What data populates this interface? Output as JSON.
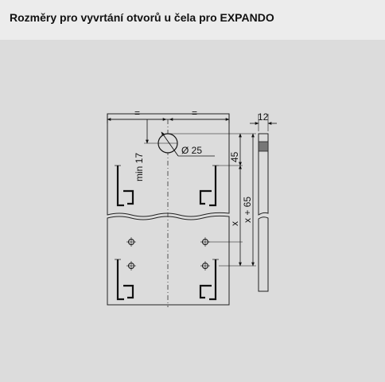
{
  "header": {
    "title": "Rozměry pro vyvrtání otvorů u čela pro EXPANDO"
  },
  "drawing": {
    "labels": {
      "eq_left": "=",
      "eq_right": "=",
      "width_12": "12",
      "diameter": "Ø 25",
      "min17": "min 17",
      "dim45": "45",
      "dim_x": "x",
      "dim_x65": "x + 65"
    }
  }
}
